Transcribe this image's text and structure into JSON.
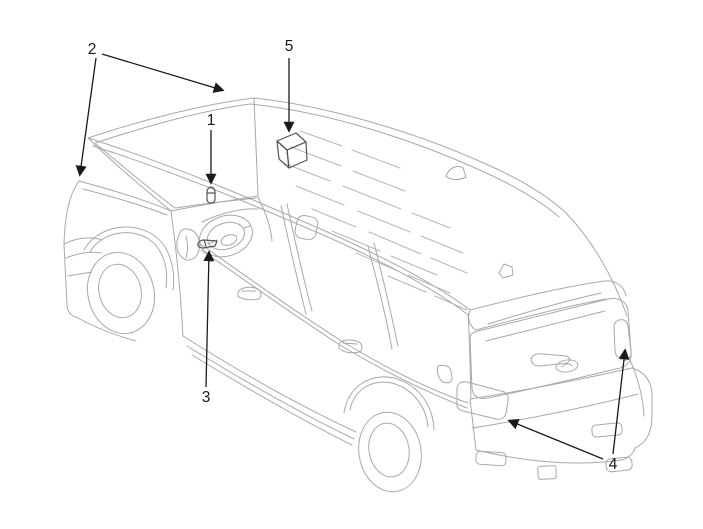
{
  "diagram": {
    "type": "vehicle-component-location-illustration",
    "background_color": "#ffffff",
    "artwork_line_color": "#a8a8a8",
    "component_line_color": "#555555",
    "callout_color": "#1a1a1a",
    "callouts": [
      {
        "label": "1"
      },
      {
        "label": "2"
      },
      {
        "label": "3"
      },
      {
        "label": "4"
      },
      {
        "label": "5"
      }
    ]
  }
}
